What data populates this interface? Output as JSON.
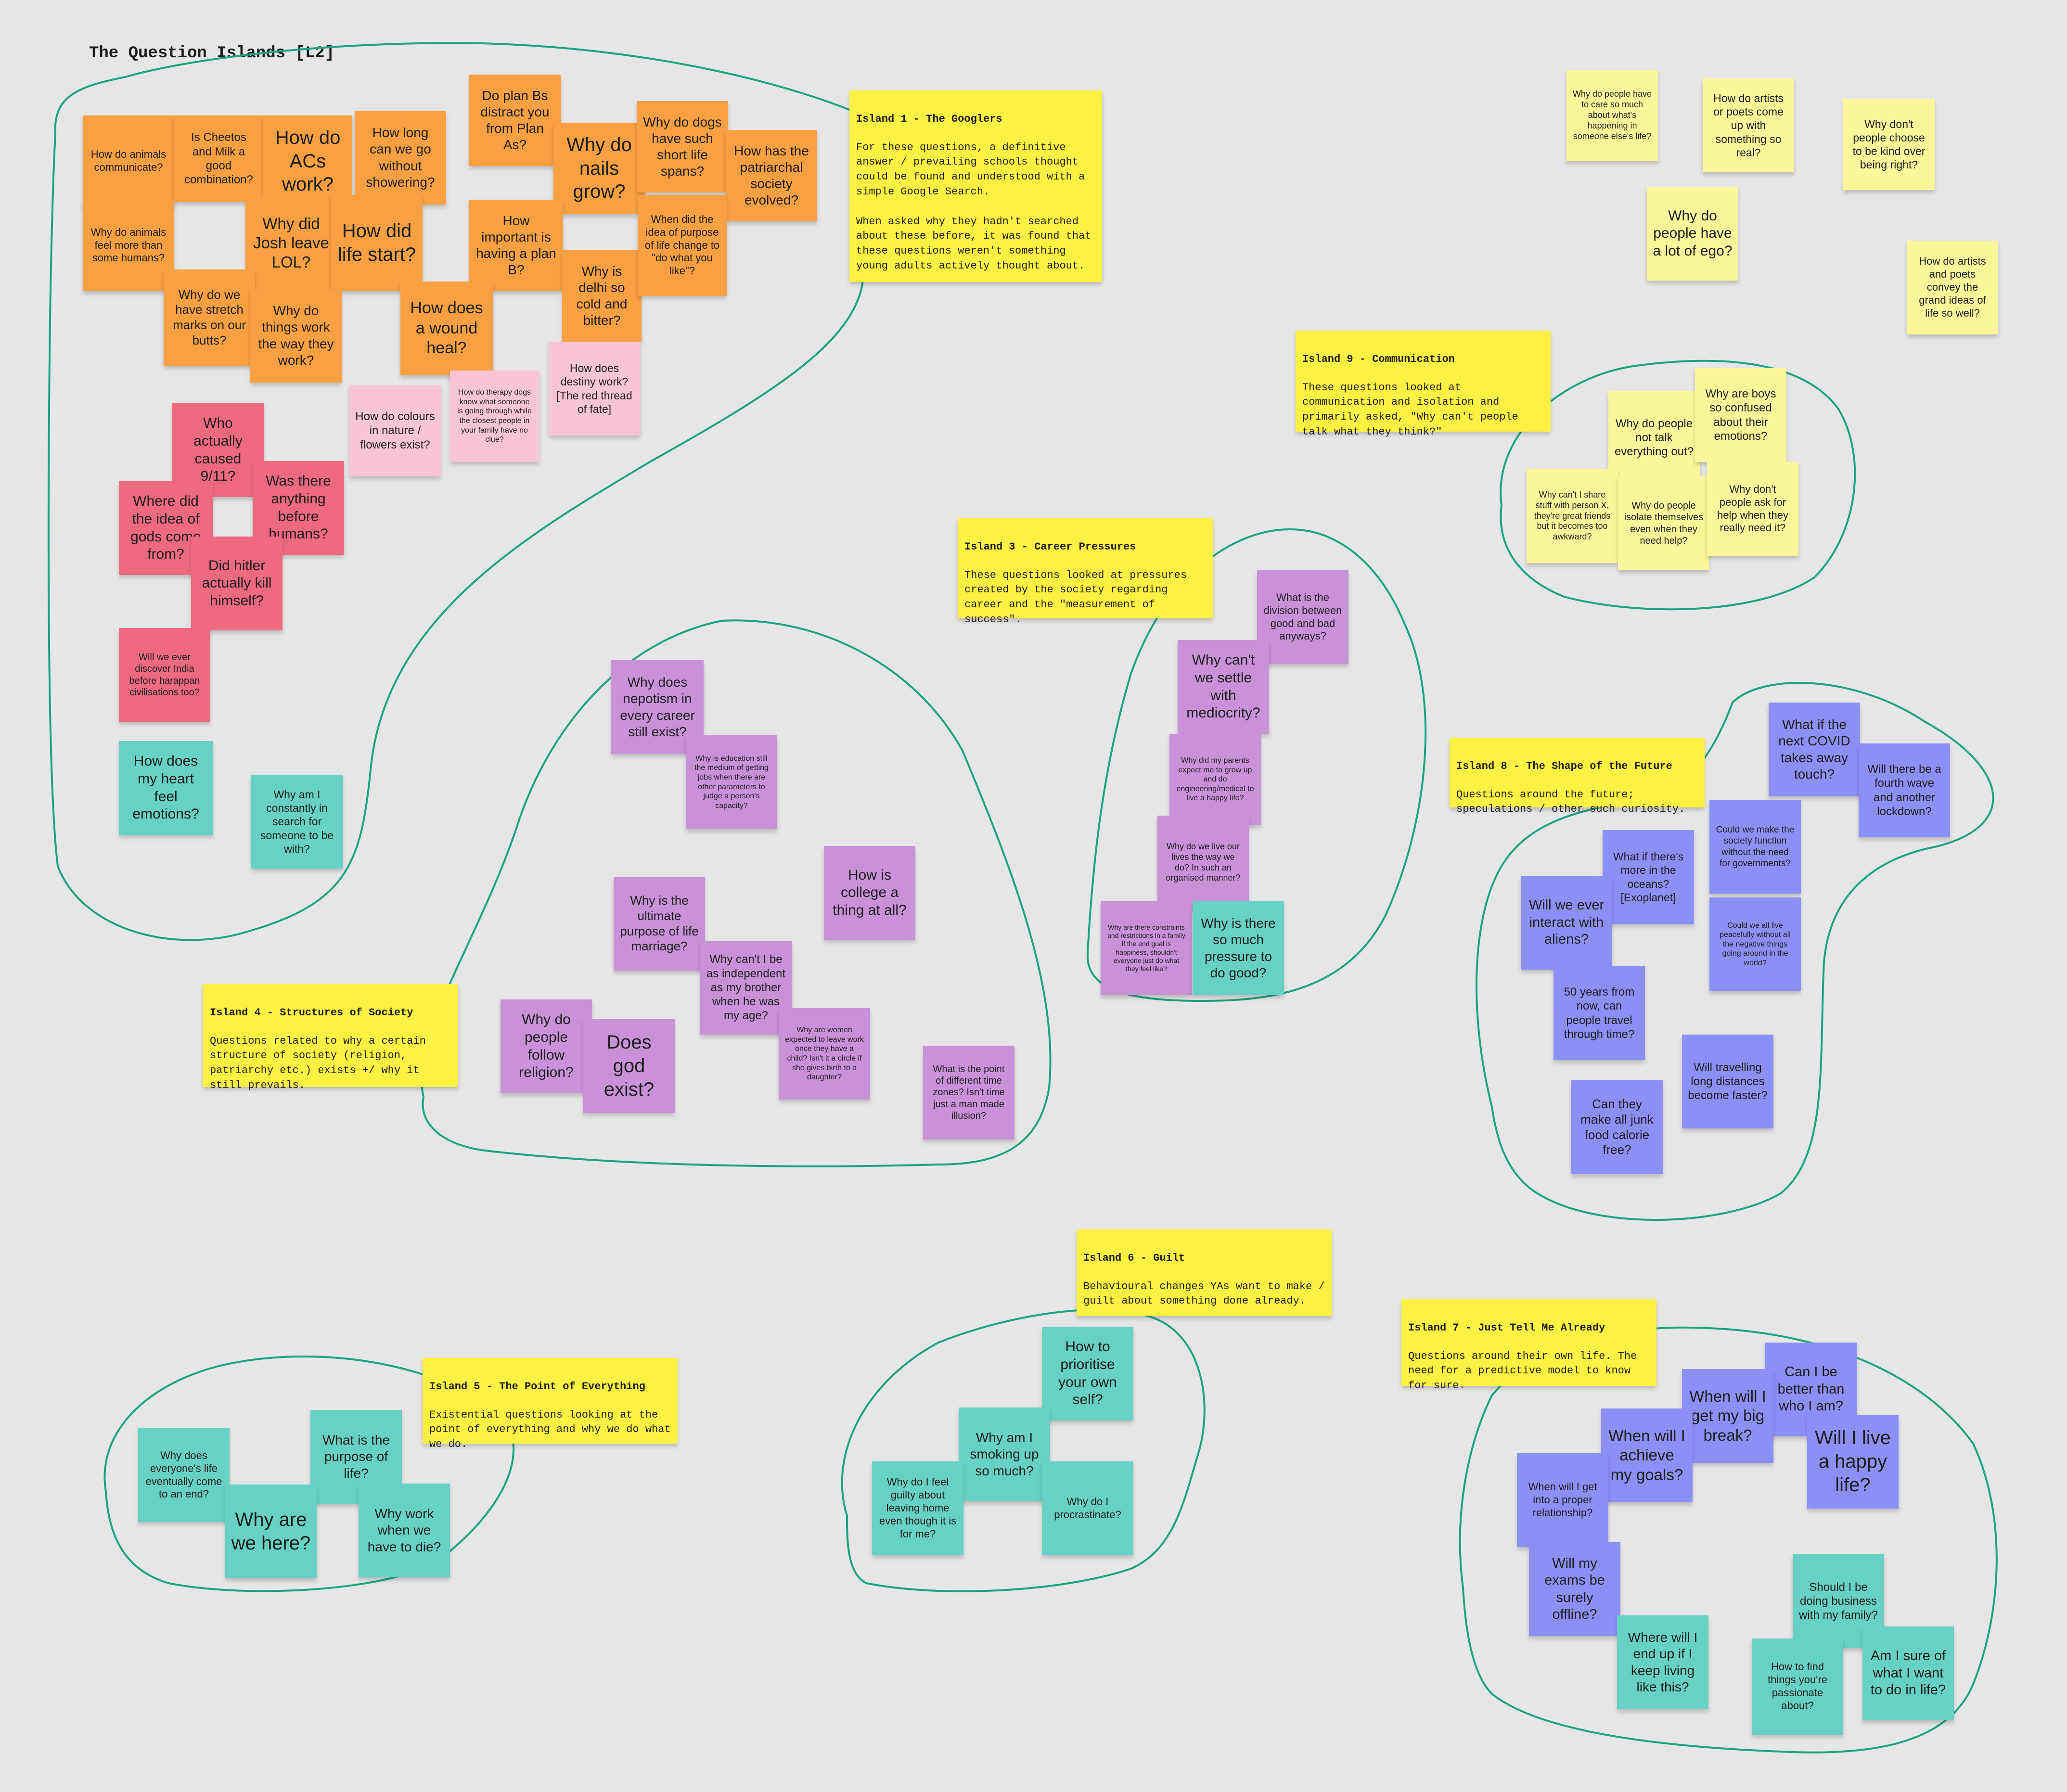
{
  "board": {
    "title": "The Question Islands [L2]"
  },
  "colors": {
    "orange": "#f8a042",
    "red": "#ef6a7e",
    "pink": "#f9c5d6",
    "teal": "#67d1c6",
    "purple": "#c991d8",
    "blue": "#8b90f7",
    "lightyellow": "#fbf69a",
    "yellow": "#fdf143",
    "outline": "#1aa37f"
  },
  "islands": [
    {
      "title": "Island 1 - The Googlers",
      "text": "For these questions, a definitive answer / prevailing schools thought could be found and understood with a simple Google Search.\n\nWhen asked why they hadn't searched about these before, it was found that these questions weren't something young adults actively thought about."
    },
    {
      "title": "Island 3 - Career Pressures",
      "text": "These questions looked at pressures created by the society regarding career and the \"measurement of success\"."
    },
    {
      "title": "Island 4 - Structures of Society",
      "text": "Questions related to why a certain structure of society (religion, patriarchy etc.) exists +/ why it still prevails."
    },
    {
      "title": "Island 5 - The Point of Everything",
      "text": "Existential questions looking at the point of everything and why we do what we do."
    },
    {
      "title": "Island 6 - Guilt",
      "text": "Behavioural changes YAs want to make / guilt about something done already."
    },
    {
      "title": "Island 7 - Just Tell Me Already",
      "text": "Questions around their own life. The need for a predictive model to know for sure."
    },
    {
      "title": "Island 8 - The Shape of the Future",
      "text": "Questions around the future; speculations / other such curiosity."
    },
    {
      "title": "Island 9 - Communication",
      "text": "These questions looked at communication and isolation and primarily asked, \"Why can't people talk what they think?\""
    }
  ],
  "notes": [
    {
      "text": "How do animals communicate?",
      "color": "orange"
    },
    {
      "text": "Is Cheetos and Milk a good combination?",
      "color": "orange"
    },
    {
      "text": "How do ACs work?",
      "color": "orange"
    },
    {
      "text": "How long can we go without showering?",
      "color": "orange"
    },
    {
      "text": "Do plan Bs distract you from Plan As?",
      "color": "orange"
    },
    {
      "text": "Why do nails grow?",
      "color": "orange"
    },
    {
      "text": "Why do dogs have such short life spans?",
      "color": "orange"
    },
    {
      "text": "How has the patriarchal society evolved?",
      "color": "orange"
    },
    {
      "text": "Why do animals feel more than some humans?",
      "color": "orange"
    },
    {
      "text": "Why did Josh leave LOL?",
      "color": "orange"
    },
    {
      "text": "How did life start?",
      "color": "orange"
    },
    {
      "text": "How important is having a plan B?",
      "color": "orange"
    },
    {
      "text": "Why is delhi so cold and bitter?",
      "color": "orange"
    },
    {
      "text": "When did the idea of purpose of life change to \"do what you like\"?",
      "color": "orange"
    },
    {
      "text": "Why do we have stretch marks on our butts?",
      "color": "orange"
    },
    {
      "text": "Why do things work the way they work?",
      "color": "orange"
    },
    {
      "text": "How does a wound heal?",
      "color": "orange"
    },
    {
      "text": "How does destiny work? [The red thread of fate]",
      "color": "pink"
    },
    {
      "text": "How do therapy dogs know what someone is going through while the closest people in your family have no clue?",
      "color": "pink"
    },
    {
      "text": "How do colours in nature / flowers exist?",
      "color": "pink"
    },
    {
      "text": "Who actually caused 9/11?",
      "color": "red"
    },
    {
      "text": "Was there anything before humans?",
      "color": "red"
    },
    {
      "text": "Where did the idea of gods come from?",
      "color": "red"
    },
    {
      "text": "Did hitler actually kill himself?",
      "color": "red"
    },
    {
      "text": "Will we ever discover India before harappan civilisations too?",
      "color": "red"
    },
    {
      "text": "How does my heart feel emotions?",
      "color": "teal"
    },
    {
      "text": "Why am I constantly in search for someone to be with?",
      "color": "teal"
    },
    {
      "text": "Why does nepotism in every career still exist?",
      "color": "purple"
    },
    {
      "text": "Why is education still the medium of getting jobs when there are other parameters to judge a person's capacity?",
      "color": "purple"
    },
    {
      "text": "How is college a thing at all?",
      "color": "purple"
    },
    {
      "text": "Why is the ultimate purpose of life marriage?",
      "color": "purple"
    },
    {
      "text": "Why can't I be as independent as my brother when he was my age?",
      "color": "purple"
    },
    {
      "text": "Why do people follow religion?",
      "color": "purple"
    },
    {
      "text": "Does god exist?",
      "color": "purple"
    },
    {
      "text": "Why are women expected to leave work once they have a child? Isn't it a circle if she gives birth to a daughter?",
      "color": "purple"
    },
    {
      "text": "What is the point of different time zones? Isn't time just a man made illusion?",
      "color": "purple"
    },
    {
      "text": "What is the division between good and bad anyways?",
      "color": "purple"
    },
    {
      "text": "Why can't we settle with mediocrity?",
      "color": "purple"
    },
    {
      "text": "Why did my parents expect me to grow up and do engineering/medical to live a happy life?",
      "color": "purple"
    },
    {
      "text": "Why do we live our lives the way we do? In such an organised manner?",
      "color": "purple"
    },
    {
      "text": "Why are there constraints and restrictions in a family if the end goal is happiness, shouldn't everyone just do what they feel like?",
      "color": "purple"
    },
    {
      "text": "Why is there so much pressure to do good?",
      "color": "teal"
    },
    {
      "text": "Why do people have to care so much about what's happening in someone else's life?",
      "color": "lightyellow"
    },
    {
      "text": "How do artists or poets come up with something so real?",
      "color": "lightyellow"
    },
    {
      "text": "Why don't people choose to be kind over being right?",
      "color": "lightyellow"
    },
    {
      "text": "Why do people have a lot of ego?",
      "color": "lightyellow"
    },
    {
      "text": "How do artists and poets convey the grand ideas of life so well?",
      "color": "lightyellow"
    },
    {
      "text": "Why do people not talk everything out?",
      "color": "lightyellow"
    },
    {
      "text": "Why are boys so confused about their emotions?",
      "color": "lightyellow"
    },
    {
      "text": "Why can't I share stuff with person X, they're great friends but it becomes too awkward?",
      "color": "lightyellow"
    },
    {
      "text": "Why do people isolate themselves even when they need help?",
      "color": "lightyellow"
    },
    {
      "text": "Why don't people ask for help when they really need it?",
      "color": "lightyellow"
    },
    {
      "text": "What if the next COVID takes away touch?",
      "color": "blue"
    },
    {
      "text": "Will there be a fourth wave and another lockdown?",
      "color": "blue"
    },
    {
      "text": "Could we make the society function without the need for governments?",
      "color": "blue"
    },
    {
      "text": "What if there's more in the oceans? [Exoplanet]",
      "color": "blue"
    },
    {
      "text": "Will we ever interact with aliens?",
      "color": "blue"
    },
    {
      "text": "Could we all live peacefully without all the negative things going around in the world?",
      "color": "blue"
    },
    {
      "text": "50 years from now, can people travel through time?",
      "color": "blue"
    },
    {
      "text": "Will travelling long distances become faster?",
      "color": "blue"
    },
    {
      "text": "Can they make all junk food calorie free?",
      "color": "blue"
    },
    {
      "text": "How to prioritise your own self?",
      "color": "teal"
    },
    {
      "text": "Why am I smoking up so much?",
      "color": "teal"
    },
    {
      "text": "Why do I feel guilty about leaving home even though it is for me?",
      "color": "teal"
    },
    {
      "text": "Why do I procrastinate?",
      "color": "teal"
    },
    {
      "text": "Why does everyone's life eventually come to an end?",
      "color": "teal"
    },
    {
      "text": "What is the purpose of life?",
      "color": "teal"
    },
    {
      "text": "Why are we here?",
      "color": "teal"
    },
    {
      "text": "Why work when we have to die?",
      "color": "teal"
    },
    {
      "text": "Can I be better than who I am?",
      "color": "blue"
    },
    {
      "text": "When will I get my big break?",
      "color": "blue"
    },
    {
      "text": "When will I achieve my goals?",
      "color": "blue"
    },
    {
      "text": "Will I live a happy life?",
      "color": "blue"
    },
    {
      "text": "When will I get into a proper relationship?",
      "color": "blue"
    },
    {
      "text": "Will my exams be surely offline?",
      "color": "blue"
    },
    {
      "text": "Where will I end up if I keep living like this?",
      "color": "teal"
    },
    {
      "text": "Should I be doing business with my family?",
      "color": "teal"
    },
    {
      "text": "How to find things you're passionate about?",
      "color": "teal"
    },
    {
      "text": "Am I sure of what I want to do in life?",
      "color": "teal"
    }
  ]
}
